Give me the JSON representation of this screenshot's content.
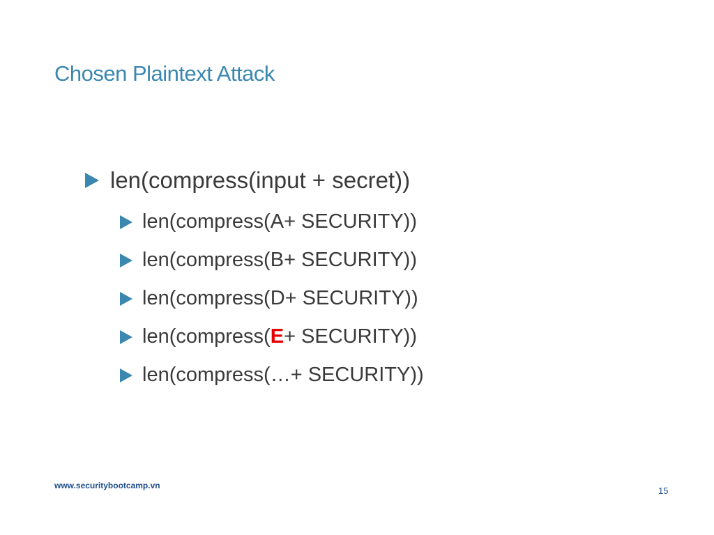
{
  "slide": {
    "title": "Chosen Plaintext Attack",
    "main_bullet": "len(compress(input + secret))",
    "sub_bullets": [
      {
        "prefix": "len(compress(",
        "char": "A",
        "suffix": " + SECURITY))"
      },
      {
        "prefix": "len(compress(",
        "char": "B",
        "suffix": " + SECURITY))"
      },
      {
        "prefix": "len(compress(",
        "char": "D",
        "suffix": " + SECURITY))"
      },
      {
        "prefix": "len(compress(",
        "char": "E",
        "suffix": " + SECURITY))"
      },
      {
        "prefix": "len(compress(",
        "char": "… ",
        "suffix": "+ SECURITY))"
      }
    ],
    "highlight_color": "#e60000",
    "accent_color": "#3a87b0"
  },
  "footer": {
    "url": "www.securitybootcamp.vn",
    "page_number": "15"
  }
}
